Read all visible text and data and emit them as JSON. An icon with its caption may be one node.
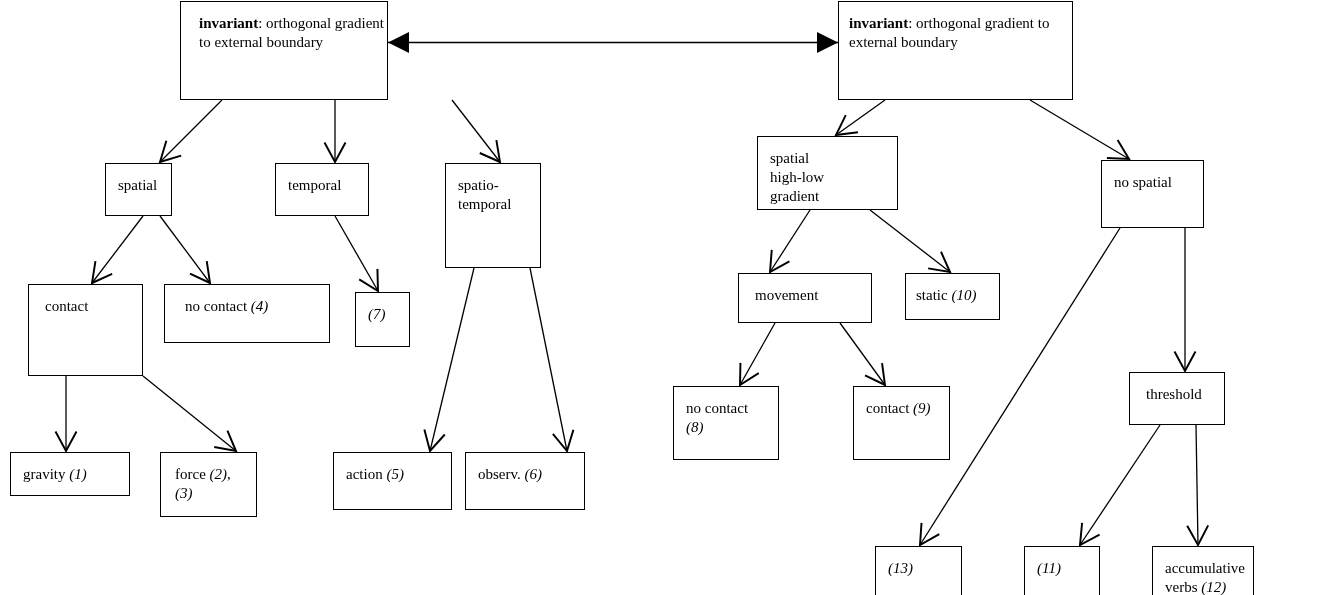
{
  "diagram": {
    "nodes": [
      {
        "text": [
          "**invariant**: orthogonal gradient to external boundary"
        ]
      },
      {
        "text": [
          "spatial"
        ]
      },
      {
        "text": [
          "temporal"
        ]
      },
      {
        "text": [
          "spatio-temporal"
        ]
      },
      {
        "text": [
          "contact"
        ]
      },
      {
        "text": [
          "no contact *(4)*"
        ]
      },
      {
        "text": [
          "(7)"
        ]
      },
      {
        "text": [
          "gravity *(1)*"
        ]
      },
      {
        "text": [
          "force *(2)*, *(3)*"
        ]
      },
      {
        "text": [
          "action *(5)*"
        ]
      },
      {
        "text": [
          "observ. *(6)*"
        ]
      },
      {
        "text": [
          "**invariant**: orthogonal gradient to external boundary"
        ]
      },
      {
        "text": [
          "spatial high-low gradient"
        ]
      },
      {
        "text": [
          "no spatial"
        ]
      },
      {
        "text": [
          "movement"
        ]
      },
      {
        "text": [
          "static *(10)*"
        ]
      },
      {
        "text": [
          "no contact *(8)*"
        ]
      },
      {
        "text": [
          "contact *(9)*"
        ]
      },
      {
        "text": [
          "threshold"
        ]
      },
      {
        "text": [
          "(13)"
        ]
      },
      {
        "text": [
          "(11)"
        ]
      },
      {
        "text": [
          "accumulative verbs *(12)*"
        ]
      }
    ],
    "edges": [
      {
        "from": 0,
        "to": 1,
        "arrow": "to"
      },
      {
        "from": 0,
        "to": 2,
        "arrow": "to"
      },
      {
        "from": 0,
        "to": 3,
        "arrow": "to"
      },
      {
        "from": 1,
        "to": 4,
        "arrow": "to"
      },
      {
        "from": 1,
        "to": 5,
        "arrow": "to"
      },
      {
        "from": 2,
        "to": 6,
        "arrow": "to"
      },
      {
        "from": 4,
        "to": 7,
        "arrow": "to"
      },
      {
        "from": 4,
        "to": 8,
        "arrow": "to"
      },
      {
        "from": 3,
        "to": 9,
        "arrow": "to"
      },
      {
        "from": 3,
        "to": 10,
        "arrow": "to"
      },
      {
        "from": 11,
        "to": 12,
        "arrow": "to"
      },
      {
        "from": 11,
        "to": 13,
        "arrow": "to"
      },
      {
        "from": 12,
        "to": 14,
        "arrow": "to"
      },
      {
        "from": 12,
        "to": 15,
        "arrow": "to"
      },
      {
        "from": 14,
        "to": 16,
        "arrow": "to"
      },
      {
        "from": 14,
        "to": 17,
        "arrow": "to"
      },
      {
        "from": 13,
        "to": 19,
        "arrow": "to"
      },
      {
        "from": 13,
        "to": 18,
        "arrow": "to"
      },
      {
        "from": 18,
        "to": 20,
        "arrow": "to"
      },
      {
        "from": 18,
        "to": 21,
        "arrow": "to"
      },
      {
        "from": 0,
        "to": 11,
        "arrow": "both"
      }
    ]
  }
}
